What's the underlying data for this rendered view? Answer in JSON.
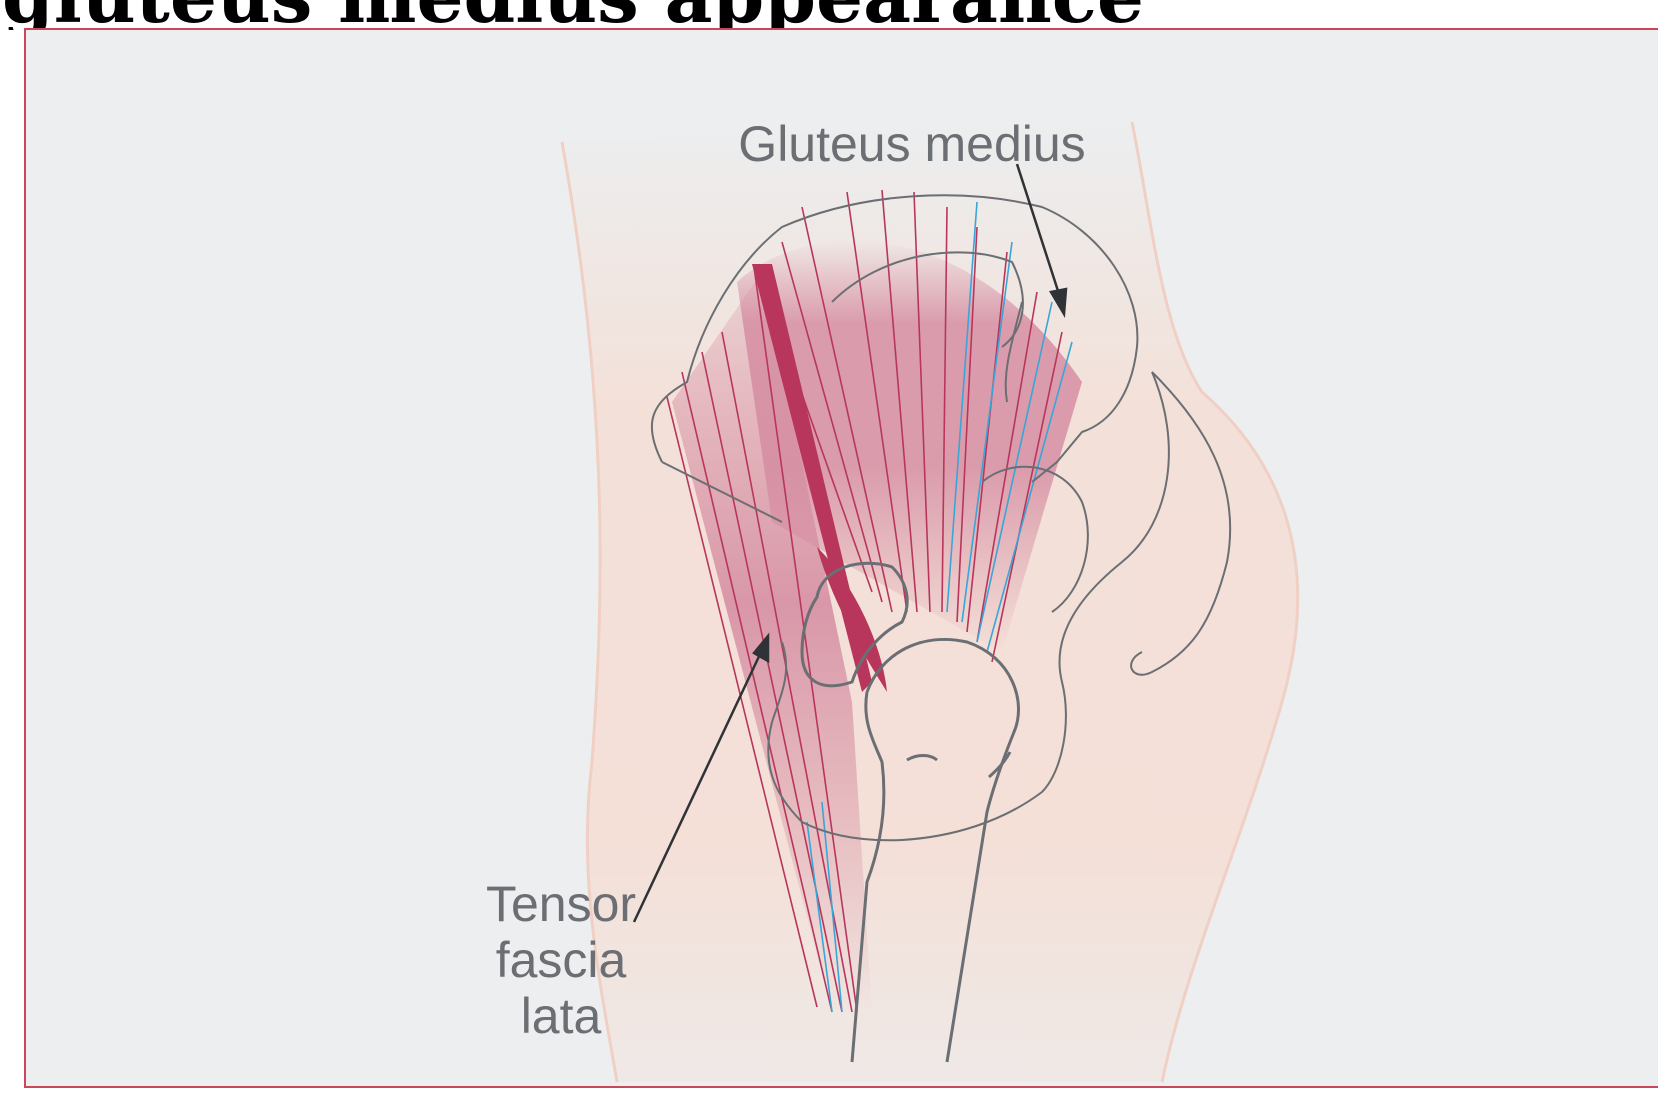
{
  "page": {
    "heading": "gluteus medius appearance"
  },
  "figure": {
    "colors": {
      "frame_border": "#c8475a",
      "background": "#eceeef",
      "skin": "#f5ddd3",
      "muscle": "#d48aa0",
      "muscle_fiber": "#b8365c",
      "nerve_fiber": "#3aa5d6",
      "bone_outline": "#6b6e72",
      "label_text": "#6b6e72"
    },
    "labels": {
      "gluteus_medius": "Gluteus medius",
      "tensor_fascia_lata": [
        "Tensor",
        "fascia",
        "lata"
      ]
    }
  }
}
